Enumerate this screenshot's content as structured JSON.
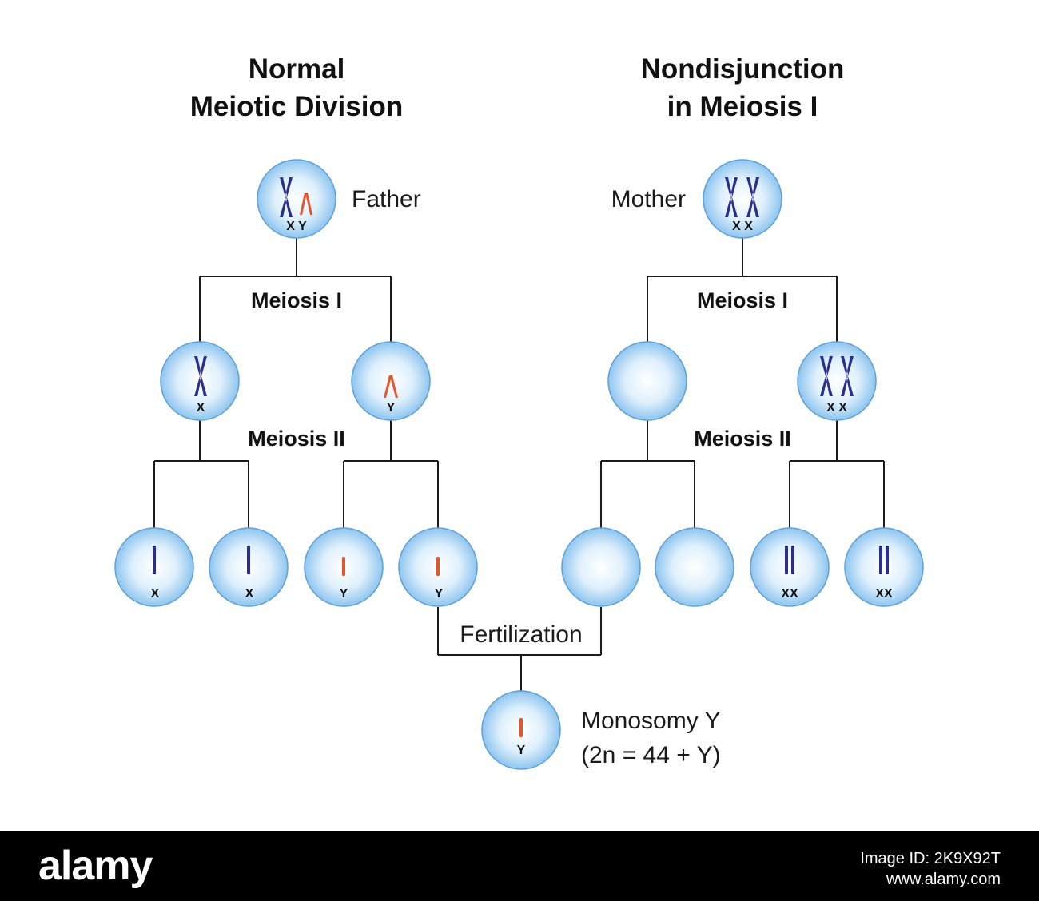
{
  "titles": {
    "left_line1": "Normal",
    "left_line2": "Meiotic Division",
    "right_line1": "Nondisjunction",
    "right_line2": "in Meiosis I"
  },
  "parents": {
    "father_label": "Father",
    "mother_label": "Mother",
    "father_chromosomes": "X Y",
    "mother_chromosomes": "X X"
  },
  "phases": {
    "left_meiosis_1": "Meiosis I",
    "left_meiosis_2": "Meiosis II",
    "right_meiosis_1": "Meiosis I",
    "right_meiosis_2": "Meiosis II"
  },
  "cells": {
    "father_m1_a": "X",
    "father_m1_b": "Y",
    "mother_m1_b": "X X",
    "father_gamete_1": "X",
    "father_gamete_2": "X",
    "father_gamete_3": "Y",
    "father_gamete_4": "Y",
    "mother_gamete_3": "XX",
    "mother_gamete_4": "XX",
    "zygote": "Y"
  },
  "fertilization": {
    "label": "Fertilization"
  },
  "result": {
    "line1": "Monosomy Y",
    "line2": "(2n = 44 + Y)"
  },
  "footer": {
    "logo": "alamy",
    "image_id": "Image ID: 2K9X92T",
    "site": "www.alamy.com"
  },
  "colors": {
    "x_chromosome": "#2b2e8c",
    "y_chromosome": "#e2572b",
    "cell_fill_center": "#ffffff",
    "cell_fill_edge": "#8ec5ef",
    "footer_background": "#000000"
  }
}
